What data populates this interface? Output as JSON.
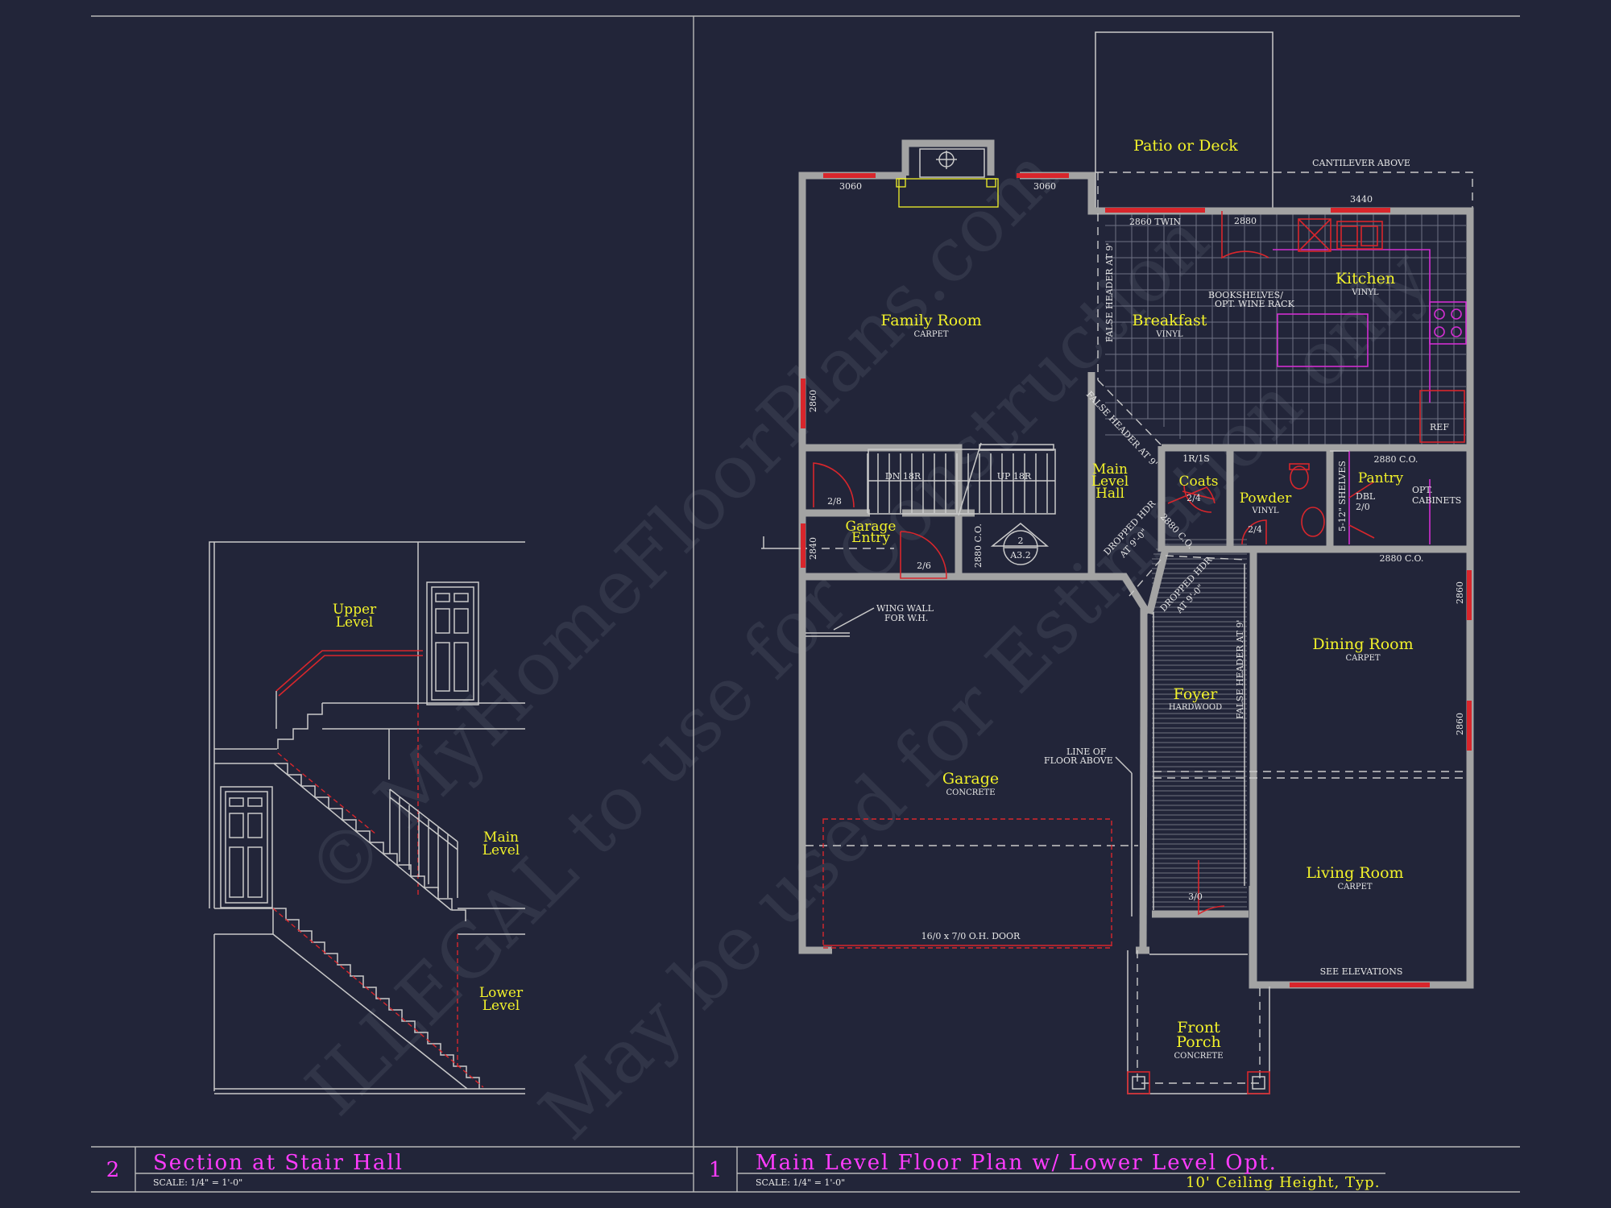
{
  "watermark": {
    "line1": "© MyHomeFloorPlans.com",
    "line2": "ILLEGAL to use for Construction",
    "line3": "May be used for Estimation only"
  },
  "section": {
    "labels": {
      "upper": [
        "Upper",
        "Level"
      ],
      "main": [
        "Main",
        "Level"
      ],
      "lower": [
        "Lower",
        "Level"
      ]
    },
    "title_number": "2",
    "title": "Section at Stair Hall",
    "scale": "SCALE: 1/4\" = 1'-0\""
  },
  "plan": {
    "rooms": {
      "patio": "Patio or Deck",
      "family": "Family Room",
      "family_sub": "CARPET",
      "breakfast": "Breakfast",
      "breakfast_sub": "VINYL",
      "kitchen": "Kitchen",
      "kitchen_sub": "VINYL",
      "main_hall": [
        "Main",
        "Level",
        "Hall"
      ],
      "coats": "Coats",
      "powder": "Powder",
      "powder_sub": "VINYL",
      "pantry": "Pantry",
      "garage_entry": [
        "Garage",
        "Entry"
      ],
      "dining": "Dining Room",
      "dining_sub": "CARPET",
      "foyer": "Foyer",
      "foyer_sub": "HARDWOOD",
      "garage": "Garage",
      "garage_sub": "CONCRETE",
      "living": "Living Room",
      "living_sub": "CARPET",
      "porch": [
        "Front",
        "Porch"
      ],
      "porch_sub": "CONCRETE"
    },
    "notes": {
      "cantilever": "CANTILEVER ABOVE",
      "win_3440": "3440",
      "win_3060_left": "3060",
      "win_3060_right": "3060",
      "win_2860_twin": "2860 TWIN",
      "win_2880": "2880",
      "bookshelves": [
        "BOOKSHELVES/",
        "OPT. WINE RACK"
      ],
      "false_header_v": "FALSE HEADER AT 9'",
      "false_header_d": "FALSE HEADER AT 9'",
      "ref": "REF",
      "win_2860_family": "2860",
      "dn_18r": "DN 18R",
      "up_18r": "UP 18R",
      "door_2_8": "2/8",
      "door_2_4_coats": "2/4",
      "door_2_4_powder": "2/4",
      "co_2880_top": "2880 C.O.",
      "co_2880_bottom": "2880 C.O.",
      "co_2880_vert": "2880 C.O.",
      "co_2880_diag": "2880 C.O.",
      "shelves": "5-12\" SHELVES",
      "dbl": [
        "DBL",
        "2/0"
      ],
      "opt_cabinets": [
        "OPT.",
        "CABINETS"
      ],
      "linen": "1R/1S",
      "dropped_hdr_1": [
        "DROPPED HDR",
        "AT 9'-0\""
      ],
      "dropped_hdr_2": [
        "DROPPED HDR",
        "AT 9'-0\""
      ],
      "win_2840": "2840",
      "door_2_6": "2/6",
      "section_num": "2",
      "section_sheet": "A3.2",
      "wing_wall": [
        "WING WALL",
        "FOR W.H."
      ],
      "line_floor": [
        "LINE OF",
        "FLOOR ABOVE"
      ],
      "win_2860_dining_1": "2860",
      "win_2860_dining_2": "2860",
      "false_header_foyer": "FALSE HEADER AT 9'",
      "door_3_0": "3/0",
      "oh_door": "16/0 x 7/0 O.H. DOOR",
      "see_elevations": "SEE ELEVATIONS"
    },
    "title_number": "1",
    "title": "Main Level Floor Plan w/ Lower Level Opt.",
    "scale": "SCALE: 1/4\" = 1'-0\"",
    "ceiling": "10' Ceiling Height, Typ."
  },
  "colors": {
    "background": "#222539",
    "wall": "#a3a3a3",
    "label": "#f2f22a",
    "title": "#ff3cff",
    "window": "#d8262c",
    "fixture": "#d12fd1"
  }
}
